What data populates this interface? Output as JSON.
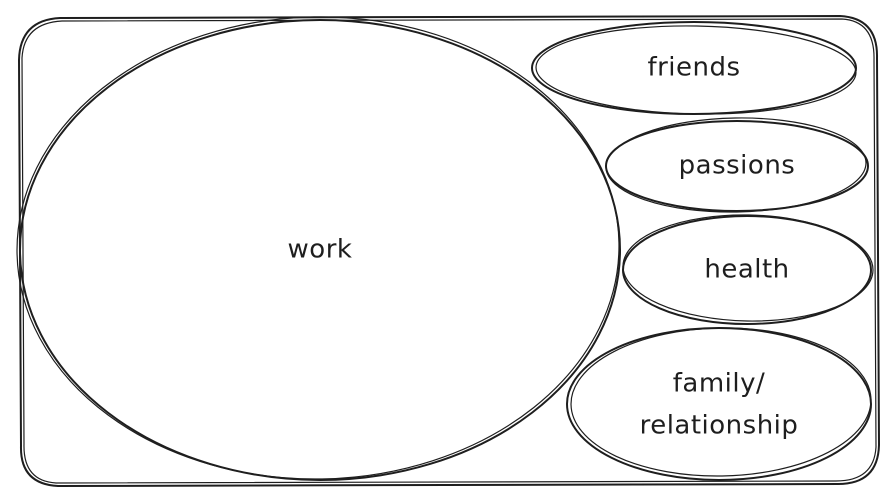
{
  "diagram": {
    "container": {
      "label": ""
    },
    "areas": [
      {
        "id": "work",
        "label": "work"
      },
      {
        "id": "friends",
        "label": "friends"
      },
      {
        "id": "passions",
        "label": "passions"
      },
      {
        "id": "health",
        "label": "health"
      },
      {
        "id": "family",
        "label_line1": "family/",
        "label_line2": "relationship"
      }
    ],
    "stroke_color": "#1e1e1e",
    "background_color": "#ffffff"
  }
}
